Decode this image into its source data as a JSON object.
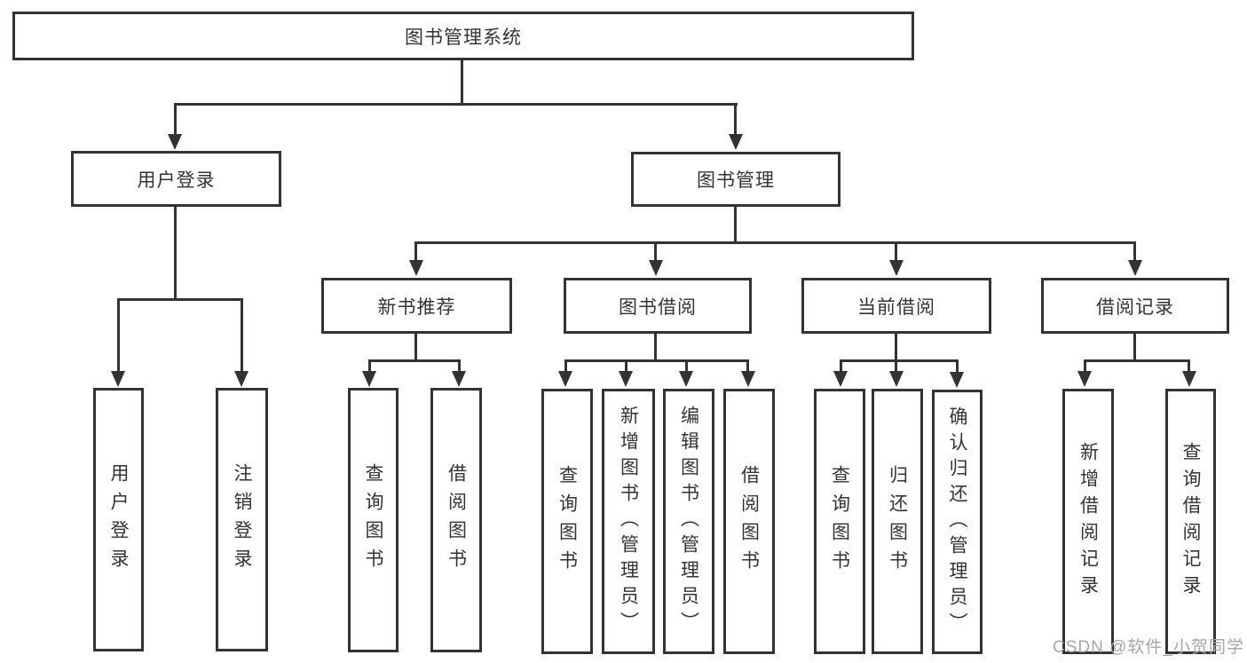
{
  "diagram": {
    "title": "图书管理系统",
    "type": "hierarchy-tree",
    "colors": {
      "line": "#333333",
      "text": "#333333",
      "background": "#ffffff",
      "watermark": "#a6a6a6"
    },
    "nodes": {
      "root": "图书管理系统",
      "user_login": "用户登录",
      "book_mgmt": "图书管理",
      "new_book_rec": "新书推荐",
      "book_borrow": "图书借阅",
      "current_borrow": "当前借阅",
      "borrow_records": "借阅记录",
      "leaf_user_login": "用户登录",
      "leaf_logout": "注销登录",
      "leaf_rec_query": "查询图书",
      "leaf_rec_borrow": "借阅图书",
      "leaf_bb_query": "查询图书",
      "leaf_bb_add": "新增图书（管理员）",
      "leaf_bb_edit": "编辑图书（管理员）",
      "leaf_bb_borrow": "借阅图书",
      "leaf_cb_query": "查询图书",
      "leaf_cb_return": "归还图书",
      "leaf_cb_confirm": "确认归还（管理员）",
      "leaf_br_add": "新增借阅记录",
      "leaf_br_query": "查询借阅记录"
    },
    "hierarchy": {
      "root": [
        "user_login",
        "book_mgmt"
      ],
      "user_login": [
        "leaf_user_login",
        "leaf_logout"
      ],
      "book_mgmt": [
        "new_book_rec",
        "book_borrow",
        "current_borrow",
        "borrow_records"
      ],
      "new_book_rec": [
        "leaf_rec_query",
        "leaf_rec_borrow"
      ],
      "book_borrow": [
        "leaf_bb_query",
        "leaf_bb_add",
        "leaf_bb_edit",
        "leaf_bb_borrow"
      ],
      "current_borrow": [
        "leaf_cb_query",
        "leaf_cb_return",
        "leaf_cb_confirm"
      ],
      "borrow_records": [
        "leaf_br_add",
        "leaf_br_query"
      ]
    },
    "watermark": "CSDN @软件_小贺同学"
  }
}
